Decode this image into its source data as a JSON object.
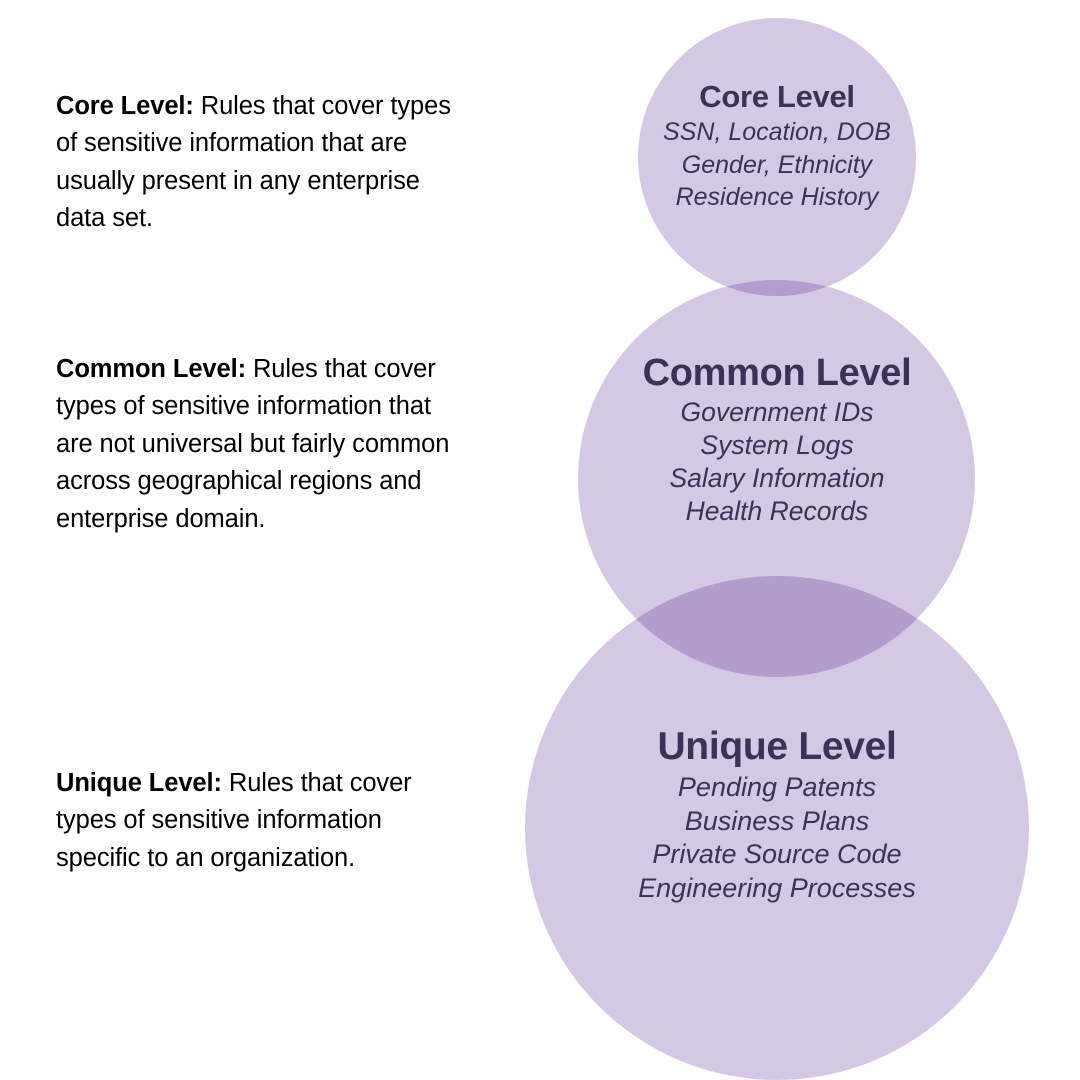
{
  "descriptions": [
    {
      "id": "core",
      "lead": "Core Level:",
      "body": " Rules that cover types of sensitive information that are usually present in any enterprise data set."
    },
    {
      "id": "common",
      "lead": "Common Level:",
      "body": " Rules that cover types of sensitive information that are not universal but fairly common across geographical regions and enterprise domain."
    },
    {
      "id": "unique",
      "lead": "Unique Level:",
      "body": " Rules that cover types of sensitive information specific to an organization."
    }
  ],
  "diagram": {
    "type": "stacked-venn",
    "colors": {
      "circle_fill": "#c9b9de",
      "circle_fill_rendered": "#d5c9e6",
      "overlap_fill": "#b0a0ce",
      "text": "#3c3256",
      "background": "#ffffff"
    },
    "circles": [
      {
        "id": "core",
        "title": "Core Level",
        "items": [
          "SSN, Location, DOB",
          "Gender, Ethnicity",
          "Residence History"
        ],
        "diameter": 278
      },
      {
        "id": "common",
        "title": "Common Level",
        "items": [
          "Government IDs",
          "System Logs",
          "Salary Information",
          "Health Records"
        ],
        "diameter": 397
      },
      {
        "id": "unique",
        "title": "Unique Level",
        "items": [
          "Pending Patents",
          "Business Plans",
          "Private Source Code",
          "Engineering Processes"
        ],
        "diameter": 504
      }
    ]
  }
}
